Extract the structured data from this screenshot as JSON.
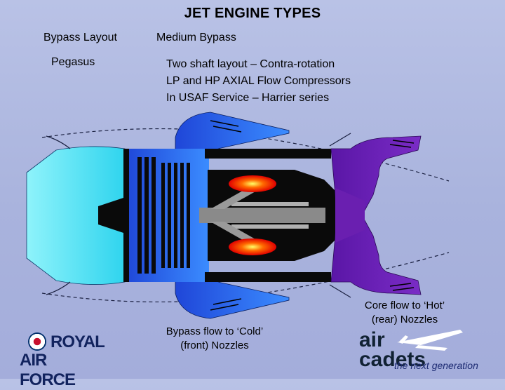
{
  "slide": {
    "title": "JET ENGINE TYPES",
    "label_bypass_layout": "Bypass Layout",
    "label_type": "Medium Bypass",
    "label_engine": "Pegasus",
    "description": [
      "Two shaft layout – Contra-rotation",
      "LP and HP AXIAL Flow Compressors",
      "In USAF Service – Harrier series"
    ]
  },
  "diagram": {
    "caption_cold": [
      "Bypass flow to ‘Cold’",
      "(front) Nozzles"
    ],
    "caption_hot": [
      "Core flow to ‘Hot’",
      "(rear) Nozzles"
    ]
  },
  "logos": {
    "raf_line1": "ROYAL",
    "raf_line2": "AIR FORCE",
    "cadets_air": "air",
    "cadets_cadets": "cadets",
    "cadets_tagline": "the next generation"
  },
  "colors": {
    "cold_flow": "#2a6ef0",
    "intake": "#66e8f5",
    "hot_flow": "#6a1fb0",
    "engine_body": "#0a0a0a",
    "flame": "#ff2a00"
  }
}
